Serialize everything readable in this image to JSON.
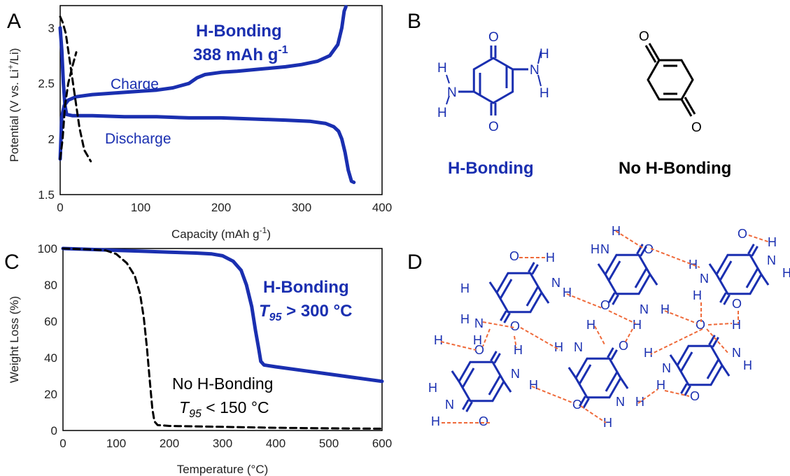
{
  "colors": {
    "blue": "#1a2fb0",
    "black": "#000000",
    "hbond": "#ef6a3a"
  },
  "panels": {
    "a": "A",
    "b": "B",
    "c": "C",
    "d": "D"
  },
  "chart_data": [
    {
      "type": "line",
      "panel": "A",
      "xlabel": "Capacity (mAh g",
      "xlabel_sup": "-1",
      "xlabel_end": ")",
      "ylabel": "Potential (V vs. Li",
      "ylabel_sup": "+",
      "ylabel_end": "/Li)",
      "xlim": [
        0,
        400
      ],
      "ylim": [
        1.5,
        3.2
      ],
      "x_ticks": [
        "0",
        "100",
        "200",
        "300",
        "400"
      ],
      "x_tick_values": [
        0,
        100,
        200,
        300,
        400
      ],
      "y_ticks": [
        "1.5",
        "2",
        "2.5",
        "3"
      ],
      "y_tick_values": [
        1.5,
        2,
        2.5,
        3
      ],
      "annotations": {
        "hb_line1": "H-Bonding",
        "hb_line2": "388 mAh g",
        "hb_line2_sup": "-1",
        "charge": "Charge",
        "discharge": "Discharge"
      },
      "series": [
        {
          "id": "hb-charge",
          "color": "#1a2fb0",
          "style": "solid",
          "points": [
            [
              0,
              1.82
            ],
            [
              2,
              2.2
            ],
            [
              5,
              2.3
            ],
            [
              10,
              2.35
            ],
            [
              20,
              2.38
            ],
            [
              40,
              2.4
            ],
            [
              60,
              2.41
            ],
            [
              80,
              2.42
            ],
            [
              100,
              2.43
            ],
            [
              120,
              2.44
            ],
            [
              140,
              2.46
            ],
            [
              160,
              2.5
            ],
            [
              170,
              2.55
            ],
            [
              180,
              2.58
            ],
            [
              200,
              2.6
            ],
            [
              220,
              2.61
            ],
            [
              250,
              2.63
            ],
            [
              280,
              2.65
            ],
            [
              300,
              2.67
            ],
            [
              320,
              2.7
            ],
            [
              335,
              2.75
            ],
            [
              345,
              2.85
            ],
            [
              350,
              3.0
            ],
            [
              353,
              3.15
            ],
            [
              355,
              3.19
            ]
          ]
        },
        {
          "id": "hb-discharge",
          "color": "#1a2fb0",
          "style": "solid",
          "points": [
            [
              0,
              3.0
            ],
            [
              2,
              2.8
            ],
            [
              4,
              2.5
            ],
            [
              6,
              2.3
            ],
            [
              8,
              2.22
            ],
            [
              15,
              2.21
            ],
            [
              40,
              2.21
            ],
            [
              80,
              2.2
            ],
            [
              120,
              2.2
            ],
            [
              160,
              2.19
            ],
            [
              200,
              2.19
            ],
            [
              240,
              2.18
            ],
            [
              280,
              2.17
            ],
            [
              310,
              2.16
            ],
            [
              330,
              2.14
            ],
            [
              340,
              2.11
            ],
            [
              346,
              2.07
            ],
            [
              350,
              2.0
            ],
            [
              354,
              1.88
            ],
            [
              358,
              1.72
            ],
            [
              362,
              1.62
            ],
            [
              365,
              1.61
            ]
          ]
        },
        {
          "id": "nohb-charge",
          "color": "#000000",
          "style": "dashed",
          "points": [
            [
              0,
              1.82
            ],
            [
              3,
              2.0
            ],
            [
              6,
              2.3
            ],
            [
              10,
              2.5
            ],
            [
              15,
              2.65
            ],
            [
              20,
              2.78
            ]
          ]
        },
        {
          "id": "nohb-discharge",
          "color": "#000000",
          "style": "dashed",
          "points": [
            [
              0,
              3.1
            ],
            [
              3,
              3.05
            ],
            [
              7,
              2.95
            ],
            [
              12,
              2.7
            ],
            [
              18,
              2.4
            ],
            [
              24,
              2.1
            ],
            [
              30,
              1.9
            ],
            [
              38,
              1.8
            ]
          ]
        }
      ]
    },
    {
      "type": "line",
      "panel": "C",
      "xlabel": "Temperature (°C)",
      "ylabel": "Weight Loss (%)",
      "xlim": [
        0,
        600
      ],
      "ylim": [
        0,
        100
      ],
      "x_ticks": [
        "0",
        "100",
        "200",
        "300",
        "400",
        "500",
        "600"
      ],
      "x_tick_values": [
        0,
        100,
        200,
        300,
        400,
        500,
        600
      ],
      "y_ticks": [
        "0",
        "20",
        "40",
        "60",
        "80",
        "100"
      ],
      "y_tick_values": [
        0,
        20,
        40,
        60,
        80,
        100
      ],
      "annotations": {
        "hb_line1": "H-Bonding",
        "hb_t": "T",
        "hb_t_sub": "95",
        "hb_rest": " > 300 °C",
        "nohb_line1": "No H-Bonding",
        "nohb_t": "T",
        "nohb_t_sub": "95",
        "nohb_rest": " < 150 °C"
      },
      "series": [
        {
          "id": "hb-tga",
          "color": "#1a2fb0",
          "style": "solid",
          "points": [
            [
              0,
              100
            ],
            [
              50,
              99.5
            ],
            [
              100,
              99
            ],
            [
              150,
              98.5
            ],
            [
              200,
              98
            ],
            [
              250,
              97.5
            ],
            [
              280,
              97
            ],
            [
              300,
              96
            ],
            [
              320,
              93
            ],
            [
              335,
              88
            ],
            [
              345,
              80
            ],
            [
              355,
              68
            ],
            [
              362,
              55
            ],
            [
              368,
              45
            ],
            [
              372,
              38
            ],
            [
              378,
              36
            ],
            [
              400,
              35
            ],
            [
              450,
              33
            ],
            [
              500,
              31
            ],
            [
              550,
              29
            ],
            [
              600,
              27
            ]
          ]
        },
        {
          "id": "nohb-tga",
          "color": "#000000",
          "style": "dashed",
          "points": [
            [
              0,
              100
            ],
            [
              50,
              99.5
            ],
            [
              80,
              99
            ],
            [
              100,
              97
            ],
            [
              120,
              92
            ],
            [
              135,
              85
            ],
            [
              145,
              75
            ],
            [
              152,
              62
            ],
            [
              158,
              45
            ],
            [
              163,
              28
            ],
            [
              168,
              12
            ],
            [
              172,
              5
            ],
            [
              178,
              3
            ],
            [
              200,
              2.5
            ],
            [
              300,
              2
            ],
            [
              400,
              1.5
            ],
            [
              500,
              1.2
            ],
            [
              600,
              1
            ]
          ]
        }
      ]
    }
  ],
  "structures": {
    "hb_label": "H-Bonding",
    "nohb_label": "No H-Bonding",
    "O": "O",
    "H": "H",
    "N": "N"
  }
}
